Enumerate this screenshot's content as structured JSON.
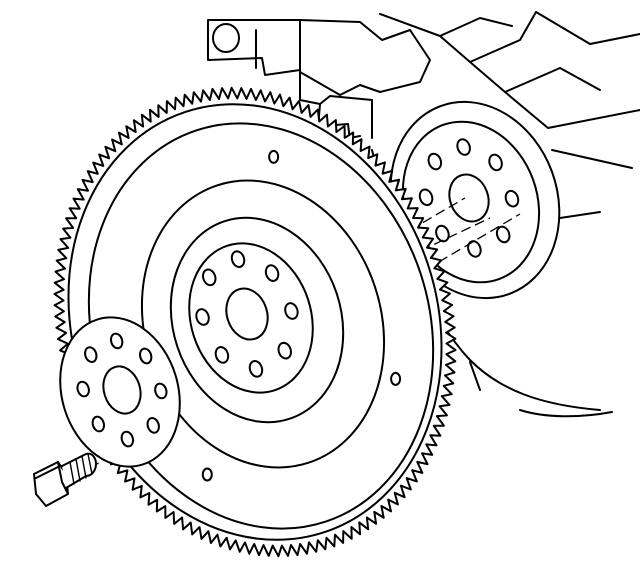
{
  "diagram": {
    "kind": "exploded-view",
    "line_color": "#000000",
    "background_color": "#ffffff",
    "parts": [
      {
        "id": "engine-block",
        "name": "engine-block-icon"
      },
      {
        "id": "crankshaft-flange",
        "name": "crankshaft-flange-icon",
        "bolt_holes": 8
      },
      {
        "id": "flywheel",
        "name": "flywheel-icon",
        "ring_gear_teeth": 130,
        "bolt_holes": 8,
        "outer_holes": 3
      },
      {
        "id": "retainer-plate",
        "name": "retainer-plate-icon",
        "bolt_holes": 8
      },
      {
        "id": "bolt",
        "name": "bolt-icon"
      }
    ]
  }
}
